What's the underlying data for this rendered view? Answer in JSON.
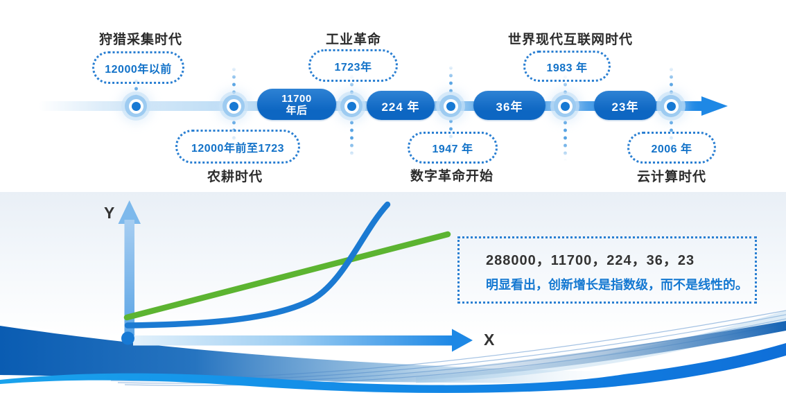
{
  "timeline": {
    "eras": [
      {
        "title": "狩猎采集时代",
        "year": "12000年以前",
        "label_position": "top"
      },
      {
        "title": "农耕时代",
        "year": "12000年前至1723",
        "label_position": "bottom"
      },
      {
        "title": "工业革命",
        "year": "1723年",
        "label_position": "top"
      },
      {
        "title": "数字革命开始",
        "year": "1947 年",
        "label_position": "bottom"
      },
      {
        "title": "世界现代互联网时代",
        "year": "1983 年",
        "label_position": "top"
      },
      {
        "title": "云计算时代",
        "year": "2006 年",
        "label_position": "bottom"
      }
    ],
    "intervals": [
      {
        "line1": "11700",
        "line2": "年后"
      },
      {
        "label": "224 年"
      },
      {
        "label": "36年"
      },
      {
        "label": "23年"
      }
    ]
  },
  "chart": {
    "y_axis_label": "Y",
    "x_axis_label": "X"
  },
  "note": {
    "line1": "288000，11700，224，36，23",
    "line2": "明显看出，创新增长是指数级，而不是线性的。"
  },
  "chart_data": {
    "type": "line",
    "title": "",
    "xlabel": "X",
    "ylabel": "Y",
    "axes_numeric": false,
    "series": [
      {
        "name": "linear-growth",
        "color": "#5cb431",
        "shape": "straight"
      },
      {
        "name": "exponential-growth",
        "color": "#1b7ad2",
        "shape": "exponential"
      }
    ],
    "annotation_values": [
      288000,
      11700,
      224,
      36,
      23
    ],
    "annotation": "明显看出，创新增长是指数级，而不是线性的。"
  },
  "colors": {
    "primary_blue": "#1e88e5",
    "pill_blue": "#0d66c2",
    "node_dot": "#1779d4",
    "dotted_border": "#2a7fd2",
    "year_text": "#1272c8",
    "title_text": "#2b2b2b",
    "green_line": "#5cb431",
    "curve_blue": "#1b7ad2",
    "wave_dark": "#0a5cb2",
    "wave_bright": "#1287e6"
  }
}
